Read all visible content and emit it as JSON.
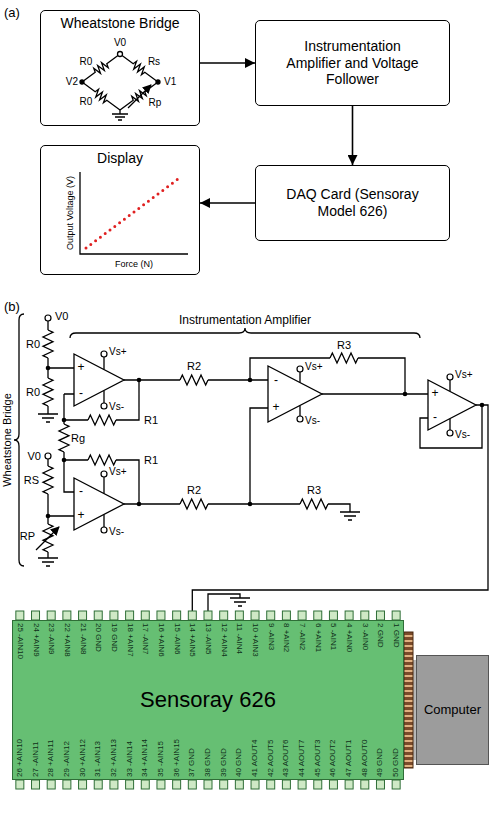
{
  "diagram": {
    "nodes": [
      {
        "text": [
          "Wheatstone Bridge"
        ]
      },
      {
        "text": [
          "Instrumentation Amplifier and Voltage Follower"
        ]
      },
      {
        "text": [
          "Display"
        ]
      },
      {
        "text": [
          "DAQ Card (Sensoray Model 626)"
        ]
      },
      {
        "text": [
          "Sensoray 626"
        ]
      },
      {
        "text": [
          "Computer"
        ]
      }
    ],
    "edges": [
      {
        "from": 0,
        "to": 1,
        "arrow": "to"
      },
      {
        "from": 1,
        "to": 3,
        "arrow": "to"
      },
      {
        "from": 3,
        "to": 2,
        "arrow": "to"
      },
      {
        "from": 4,
        "to": 5,
        "arrow": "none"
      }
    ],
    "labels": [
      "(a)",
      "V0",
      "R0",
      "Rs",
      "V2",
      "V1",
      "R0",
      "Rp",
      "Output Voltage (V)",
      "Force (N)",
      "(b)",
      "Instrumentation Amplifier",
      "Wheatstone Bridge",
      "V0",
      "R0",
      "R0",
      "V0",
      "RS",
      "RP",
      "Rg",
      "R1",
      "R1",
      "Vs+",
      "Vs-",
      "Vs+",
      "Vs-",
      "R2",
      "R3",
      "R2",
      "R3",
      "Vs+",
      "Vs-",
      "Vs+",
      "Vs-",
      "+",
      "-",
      "-",
      "+",
      "-",
      "+",
      "+",
      "-",
      "25 -AIN10",
      "24 +AIN9",
      "23 -AIN9",
      "22 +AIN8",
      "21 -AIN8",
      "20 GND",
      "19 GND",
      "18 +AIN7",
      "17 -AIN7",
      "16 +AIN6",
      "15 -AIN6",
      "14 +AIN5",
      "13 -AIN5",
      "12 +AIN4",
      "11 -AIN4",
      "10 +AIN3",
      "9 -AIN3",
      "8 +AIN2",
      "7 -AIN2",
      "6 +AIN1",
      "5 -AIN1",
      "4 +AIN0",
      "3 -AIN0",
      "2 GND",
      "1 GND",
      "26 +AIN10",
      "27 -AIN11",
      "28 +AIN11",
      "29 -AIN12",
      "30 +AIN12",
      "31 -AIN13",
      "32 +AIN13",
      "33 -AIN14",
      "34 +AIN14",
      "35 -AIN15",
      "36 +AIN15",
      "37 GND",
      "38 GND",
      "39 GND",
      "40 GND",
      "41 AOUT4",
      "42 AOUT5",
      "43 AOUT6",
      "44 AOUT7",
      "45 AOUT3",
      "46 AOUT2",
      "47 AOUT1",
      "48 AOUT0",
      "49 GND",
      "50 GND"
    ]
  }
}
